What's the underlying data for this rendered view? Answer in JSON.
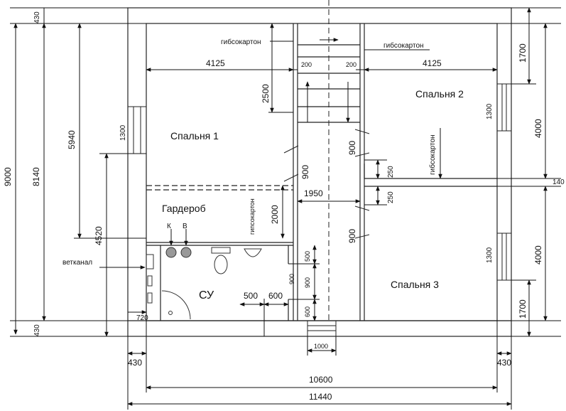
{
  "rooms": {
    "bedroom1": "Спальня 1",
    "bedroom2": "Спальня 2",
    "bedroom3": "Спальня 3",
    "wardrobe": "Гардероб",
    "bathroom": "СУ"
  },
  "labels": {
    "gypsum_left": "гибсокартон",
    "gypsum_right": "гибсокартон",
    "gypsum_vertical": "гибсокартон",
    "gypsum_wardrobe": "гипсокартон",
    "vent": "ветканал",
    "k": "К",
    "v": "В"
  },
  "dimensions": {
    "left_outer": "9000",
    "left_inner": "8140",
    "left_top_430": "430",
    "left_bottom_430": "430",
    "d5940": "5940",
    "d4520": "4520",
    "d1300_left": "1300",
    "d2500": "2500",
    "d4125_left": "4125",
    "d4125_right": "4125",
    "d200_left": "200",
    "d200_right": "200",
    "d900_a": "900",
    "d900_b": "900",
    "d900_c": "900",
    "d2000": "2000",
    "d1950": "1950",
    "d1300_right_top": "1300",
    "d250_a": "250",
    "d250_b": "250",
    "d1300_right_bottom": "1300",
    "d1700_top": "1700",
    "d4000_top": "4000",
    "d140": "140",
    "d4000_bottom": "4000",
    "d1700_bottom": "1700",
    "d500_v": "500",
    "d900_v": "900",
    "d600_v": "600",
    "d900_small": "900",
    "d500_h": "500",
    "d600_h": "600",
    "d720": "720",
    "d1000": "1000",
    "d430_bl": "430",
    "d430_br": "430",
    "d10600": "10600",
    "d11440": "11440"
  }
}
